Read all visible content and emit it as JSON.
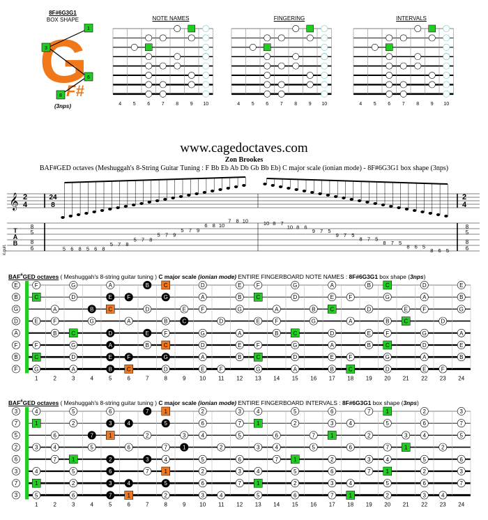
{
  "header": {
    "shape_code": "8F#6G3G1",
    "shape_title": "BOX SHAPE",
    "shape_note": "(3nps)",
    "logo_letter": "G",
    "logo_sub": "F#",
    "box_labels": [
      "1",
      "3",
      "6",
      "8"
    ],
    "diagrams": [
      {
        "title": "NOTE NAMES"
      },
      {
        "title": "FINGERING"
      },
      {
        "title": "INTERVALS"
      }
    ],
    "fret_numbers": [
      "4",
      "5",
      "6",
      "7",
      "8",
      "9",
      "10"
    ]
  },
  "site": "www.cagedoctaves.com",
  "author": "Zon Brookes",
  "subtitle": "BAF#GED octaves (Meshuggah's 8-String Guitar Tuning : F Bb Eb Ab Db Gb Bb Eb) C major scale (ionian mode) - 8F#6G3G1 box shape  (3nps)",
  "score": {
    "time_sig_top_left": "2",
    "time_sig_bottom_left": "4",
    "time_sig_mid_top": "24",
    "time_sig_mid_bottom": "8",
    "instrument": "el.guit.",
    "tab_letters": [
      "T",
      "A",
      "B"
    ],
    "bar1_fret_numbers": [
      "5",
      "6",
      "8",
      "5",
      "6",
      "8",
      "5",
      "7",
      "8",
      "5",
      "7",
      "8",
      "5",
      "7",
      "9",
      "5",
      "7",
      "9",
      "6",
      "8",
      "10",
      "7",
      "8",
      "10"
    ],
    "bar2_fret_numbers": [
      "10",
      "8",
      "7",
      "10",
      "8",
      "6",
      "9",
      "7",
      "5",
      "9",
      "7",
      "5",
      "8",
      "7",
      "5",
      "8",
      "7",
      "5",
      "8",
      "6",
      "5",
      "8",
      "6",
      "5"
    ],
    "edge_numbers": [
      "8",
      "5",
      "8",
      "6"
    ]
  },
  "board1": {
    "title_bold": "BAF",
    "title_sharp": "#",
    "title_bold2": "GED octaves",
    "title_mid": " ( Meshuggah's 8-string guitar tuning ) ",
    "title_scale": "C major scale",
    "title_mode": " (ionian mode) ",
    "title_rest": "ENTIRE FINGERBOARD NOTE NAMES : ",
    "title_shape": "8F#6G3G1",
    "title_rest2": " box shape (",
    "title_nps": "3nps",
    "title_end": ")",
    "open_labels": [
      "E",
      "B",
      "G",
      "D",
      "A",
      "F",
      "B",
      "F"
    ],
    "strings": [
      [
        "F",
        "",
        "G",
        "",
        "A",
        "",
        "B",
        "C",
        "",
        "D",
        "",
        "E",
        "F",
        "",
        "G",
        "",
        "A",
        "",
        "B",
        "C",
        "",
        "D",
        "",
        "E"
      ],
      [
        "C",
        "",
        "D",
        "",
        "E",
        "F",
        "",
        "G",
        "",
        "A",
        "",
        "B",
        "C",
        "",
        "D",
        "",
        "E",
        "F",
        "",
        "G",
        "",
        "A",
        "",
        "B"
      ],
      [
        "",
        "A",
        "",
        "B",
        "C",
        "",
        "D",
        "",
        "E",
        "F",
        "",
        "G",
        "",
        "A",
        "",
        "B",
        "C",
        "",
        "D",
        "",
        "E",
        "F",
        "",
        "G"
      ],
      [
        "E",
        "F",
        "",
        "G",
        "",
        "A",
        "",
        "B",
        "C",
        "",
        "D",
        "",
        "E",
        "F",
        "",
        "G",
        "",
        "A",
        "",
        "B",
        "C",
        "",
        "D",
        ""
      ],
      [
        "",
        "B",
        "C",
        "",
        "D",
        "",
        "E",
        "F",
        "",
        "G",
        "",
        "A",
        "",
        "B",
        "C",
        "",
        "D",
        "",
        "E",
        "F",
        "",
        "G",
        "",
        "A"
      ],
      [
        "F",
        "",
        "G",
        "",
        "A",
        "",
        "B",
        "C",
        "",
        "D",
        "",
        "E",
        "F",
        "",
        "G",
        "",
        "A",
        "",
        "B",
        "C",
        "",
        "D",
        "",
        "E"
      ],
      [
        "C",
        "",
        "D",
        "",
        "E",
        "F",
        "",
        "G",
        "",
        "A",
        "",
        "B",
        "C",
        "",
        "D",
        "",
        "E",
        "F",
        "",
        "G",
        "",
        "A",
        "",
        "B"
      ],
      [
        "G",
        "",
        "A",
        "",
        "B",
        "C",
        "",
        "D",
        "",
        "E",
        "F",
        "",
        "G",
        "",
        "A",
        "",
        "B",
        "C",
        "",
        "D",
        "",
        "E",
        "F",
        ""
      ]
    ]
  },
  "board2": {
    "title_bold": "BAF",
    "title_sharp": "#",
    "title_bold2": "GED octaves",
    "title_mid": " ( Meshuggah's 8-string guitar tuning ) ",
    "title_scale": "C major scale",
    "title_mode": " (ionian mode) ",
    "title_rest": "ENTIRE FINGERBOARD INTERVALS : ",
    "title_shape": "8F#6G3G1",
    "title_rest2": " box shape (",
    "title_nps": "3nps",
    "title_end": ")",
    "open_labels": [
      "3",
      "7",
      "5",
      "2",
      "6",
      "3",
      "7",
      "3"
    ],
    "strings": [
      [
        "4",
        "",
        "5",
        "",
        "6",
        "",
        "7",
        "1",
        "",
        "2",
        "",
        "3",
        "4",
        "",
        "5",
        "",
        "6",
        "",
        "7",
        "1",
        "",
        "2",
        "",
        "3"
      ],
      [
        "1",
        "",
        "2",
        "",
        "3",
        "4",
        "",
        "5",
        "",
        "6",
        "",
        "7",
        "1",
        "",
        "2",
        "",
        "3",
        "4",
        "",
        "5",
        "",
        "6",
        "",
        "7"
      ],
      [
        "",
        "6",
        "",
        "7",
        "1",
        "",
        "2",
        "",
        "3",
        "4",
        "",
        "5",
        "",
        "6",
        "",
        "7",
        "1",
        "",
        "2",
        "",
        "3",
        "4",
        "",
        "5"
      ],
      [
        "3",
        "4",
        "",
        "5",
        "",
        "6",
        "",
        "7",
        "1",
        "",
        "2",
        "",
        "3",
        "4",
        "",
        "5",
        "",
        "6",
        "",
        "7",
        "1",
        "",
        "2",
        ""
      ],
      [
        "",
        "7",
        "1",
        "",
        "2",
        "",
        "3",
        "4",
        "",
        "5",
        "",
        "6",
        "",
        "7",
        "1",
        "",
        "2",
        "",
        "3",
        "4",
        "",
        "5",
        "",
        "6"
      ],
      [
        "4",
        "",
        "5",
        "",
        "6",
        "",
        "7",
        "1",
        "",
        "2",
        "",
        "3",
        "4",
        "",
        "5",
        "",
        "6",
        "",
        "7",
        "1",
        "",
        "2",
        "",
        "3"
      ],
      [
        "1",
        "",
        "2",
        "",
        "3",
        "4",
        "",
        "5",
        "",
        "6",
        "",
        "7",
        "1",
        "",
        "2",
        "",
        "3",
        "4",
        "",
        "5",
        "",
        "6",
        "",
        "7"
      ],
      [
        "5",
        "",
        "6",
        "",
        "7",
        "1",
        "",
        "2",
        "",
        "3",
        "4",
        "",
        "5",
        "",
        "6",
        "",
        "7",
        "1",
        "",
        "2",
        "",
        "3",
        "4",
        ""
      ]
    ]
  },
  "fret_labels": [
    "1",
    "2",
    "3",
    "4",
    "5",
    "6",
    "7",
    "8",
    "9",
    "10",
    "11",
    "12",
    "13",
    "14",
    "15",
    "16",
    "17",
    "18",
    "19",
    "20",
    "21",
    "22",
    "23",
    "24"
  ],
  "colors": {
    "root_green": "#22cc22",
    "orange": "#ee7722",
    "black": "#000000",
    "logo_orange": "#f07818"
  }
}
